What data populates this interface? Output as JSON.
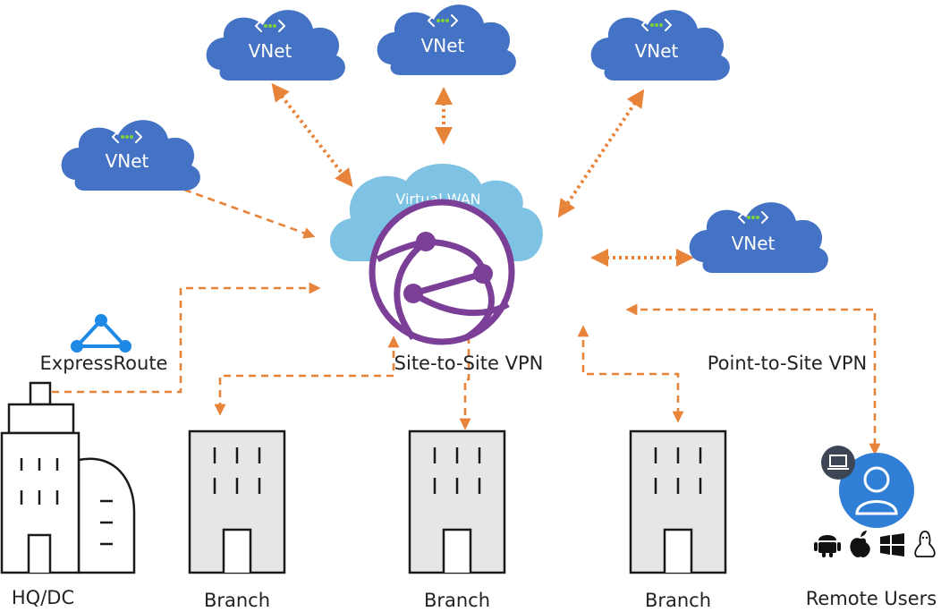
{
  "hub": {
    "label": "Virtual WAN"
  },
  "vnets": [
    {
      "label": "VNet"
    },
    {
      "label": "VNet"
    },
    {
      "label": "VNet"
    },
    {
      "label": "VNet"
    },
    {
      "label": "VNet"
    }
  ],
  "connection_labels": {
    "expressroute": "ExpressRoute",
    "site_to_site": "Site-to-Site VPN",
    "point_to_site": "Point-to-Site VPN"
  },
  "sites": {
    "hq": "HQ/DC",
    "branches": [
      "Branch",
      "Branch",
      "Branch"
    ],
    "remote_users": "Remote Users"
  },
  "os_icons": [
    "android-icon",
    "apple-icon",
    "windows-icon",
    "linux-icon"
  ],
  "colors": {
    "vnet_cloud": "#4472c4",
    "wan_cloud": "#7ec3e3",
    "wan_globe": "#7b3f98",
    "connector": "#e8833a",
    "building_fill": "#e6e6e6",
    "expressroute": "#1e88e5",
    "user_circle": "#2f7fd6"
  }
}
